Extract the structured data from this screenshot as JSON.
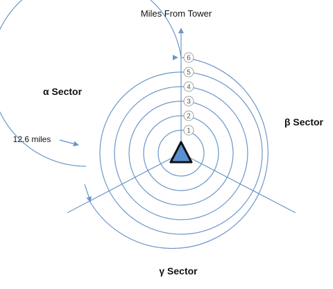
{
  "axis_title": "Miles From Tower",
  "sectors": {
    "alpha": "α Sector",
    "beta": "β Sector",
    "gamma": "γ Sector"
  },
  "callout": "12.6 miles",
  "rings": [
    "1",
    "2",
    "3",
    "4",
    "5",
    "6"
  ],
  "colors": {
    "ring_stroke": "#6a96c8",
    "tower_fill": "#5b8fd4",
    "tower_stroke": "#111111",
    "badge_stroke": "#a0a0a0"
  }
}
